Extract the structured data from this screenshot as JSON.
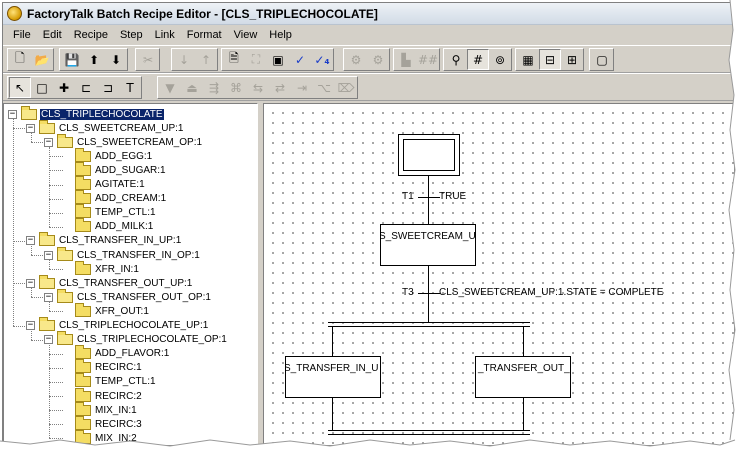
{
  "window": {
    "title": "FactoryTalk Batch Recipe Editor - [CLS_TRIPLECHOCOLATE]"
  },
  "menu": [
    "File",
    "Edit",
    "Recipe",
    "Step",
    "Link",
    "Format",
    "View",
    "Help"
  ],
  "toolbar1": {
    "groups": [
      [
        "new-icon",
        "open-icon"
      ],
      [
        "save-icon",
        "export-icon",
        "import-icon"
      ],
      [
        "cut-icon",
        "arrow-down-icon",
        "arrow-up-icon"
      ],
      [
        "document-icon",
        "hierarchy-icon",
        "verify-icon",
        "check-icon",
        "check-all-icon"
      ],
      [
        "gear-icon",
        "gear-settings-icon"
      ],
      [
        "step-icon",
        "hash-icon"
      ],
      [
        "magnify-icon",
        "grid-icon",
        "zoom-fit-icon"
      ],
      [
        "table-icon",
        "split-view-icon",
        "sfc-view-icon"
      ],
      [
        "window-icon"
      ]
    ]
  },
  "toolbar2": {
    "groups": [
      [
        "pointer-icon",
        "step-tool-icon",
        "transition-tool-icon",
        "link-tool-icon",
        "branch-tool-icon",
        "text-tool-icon"
      ],
      [
        "insert-step-icon",
        "insert-after-icon",
        "insert-parallel-icon",
        "insert-alt-icon",
        "insert-loop-icon",
        "insert-jump-icon",
        "insert-end-icon",
        "insert-branch-icon",
        "insert-merge-icon"
      ]
    ]
  },
  "tree": [
    {
      "label": "CLS_TRIPLECHOCOLATE",
      "level": 0,
      "expanded": true,
      "selected": true
    },
    {
      "label": "CLS_SWEETCREAM_UP:1",
      "level": 1,
      "expanded": true
    },
    {
      "label": "CLS_SWEETCREAM_OP:1",
      "level": 2,
      "expanded": true
    },
    {
      "label": "ADD_EGG:1",
      "level": 3
    },
    {
      "label": "ADD_SUGAR:1",
      "level": 3
    },
    {
      "label": "AGITATE:1",
      "level": 3
    },
    {
      "label": "ADD_CREAM:1",
      "level": 3
    },
    {
      "label": "TEMP_CTL:1",
      "level": 3
    },
    {
      "label": "ADD_MILK:1",
      "level": 3
    },
    {
      "label": "CLS_TRANSFER_IN_UP:1",
      "level": 1,
      "expanded": true
    },
    {
      "label": "CLS_TRANSFER_IN_OP:1",
      "level": 2,
      "expanded": true
    },
    {
      "label": "XFR_IN:1",
      "level": 3
    },
    {
      "label": "CLS_TRANSFER_OUT_UP:1",
      "level": 1,
      "expanded": true
    },
    {
      "label": "CLS_TRANSFER_OUT_OP:1",
      "level": 2,
      "expanded": true
    },
    {
      "label": "XFR_OUT:1",
      "level": 3
    },
    {
      "label": "CLS_TRIPLECHOCOLATE_UP:1",
      "level": 1,
      "expanded": true
    },
    {
      "label": "CLS_TRIPLECHOCOLATE_OP:1",
      "level": 2,
      "expanded": true
    },
    {
      "label": "ADD_FLAVOR:1",
      "level": 3
    },
    {
      "label": "RECIRC:1",
      "level": 3
    },
    {
      "label": "TEMP_CTL:1",
      "level": 3
    },
    {
      "label": "RECIRC:2",
      "level": 3
    },
    {
      "label": "MIX_IN:1",
      "level": 3
    },
    {
      "label": "RECIRC:3",
      "level": 3
    },
    {
      "label": "MIX_IN:2",
      "level": 3
    }
  ],
  "sfc": {
    "t1_name": "T1",
    "t1_condition": "TRUE",
    "step1_label": "S_SWEETCREAM_U",
    "t3_name": "T3",
    "t3_condition": "CLS_SWEETCREAM_UP:1.STATE = COMPLETE",
    "step_left_label": "S_TRANSFER_IN_U",
    "step_right_label": "_TRANSFER_OUT_"
  }
}
